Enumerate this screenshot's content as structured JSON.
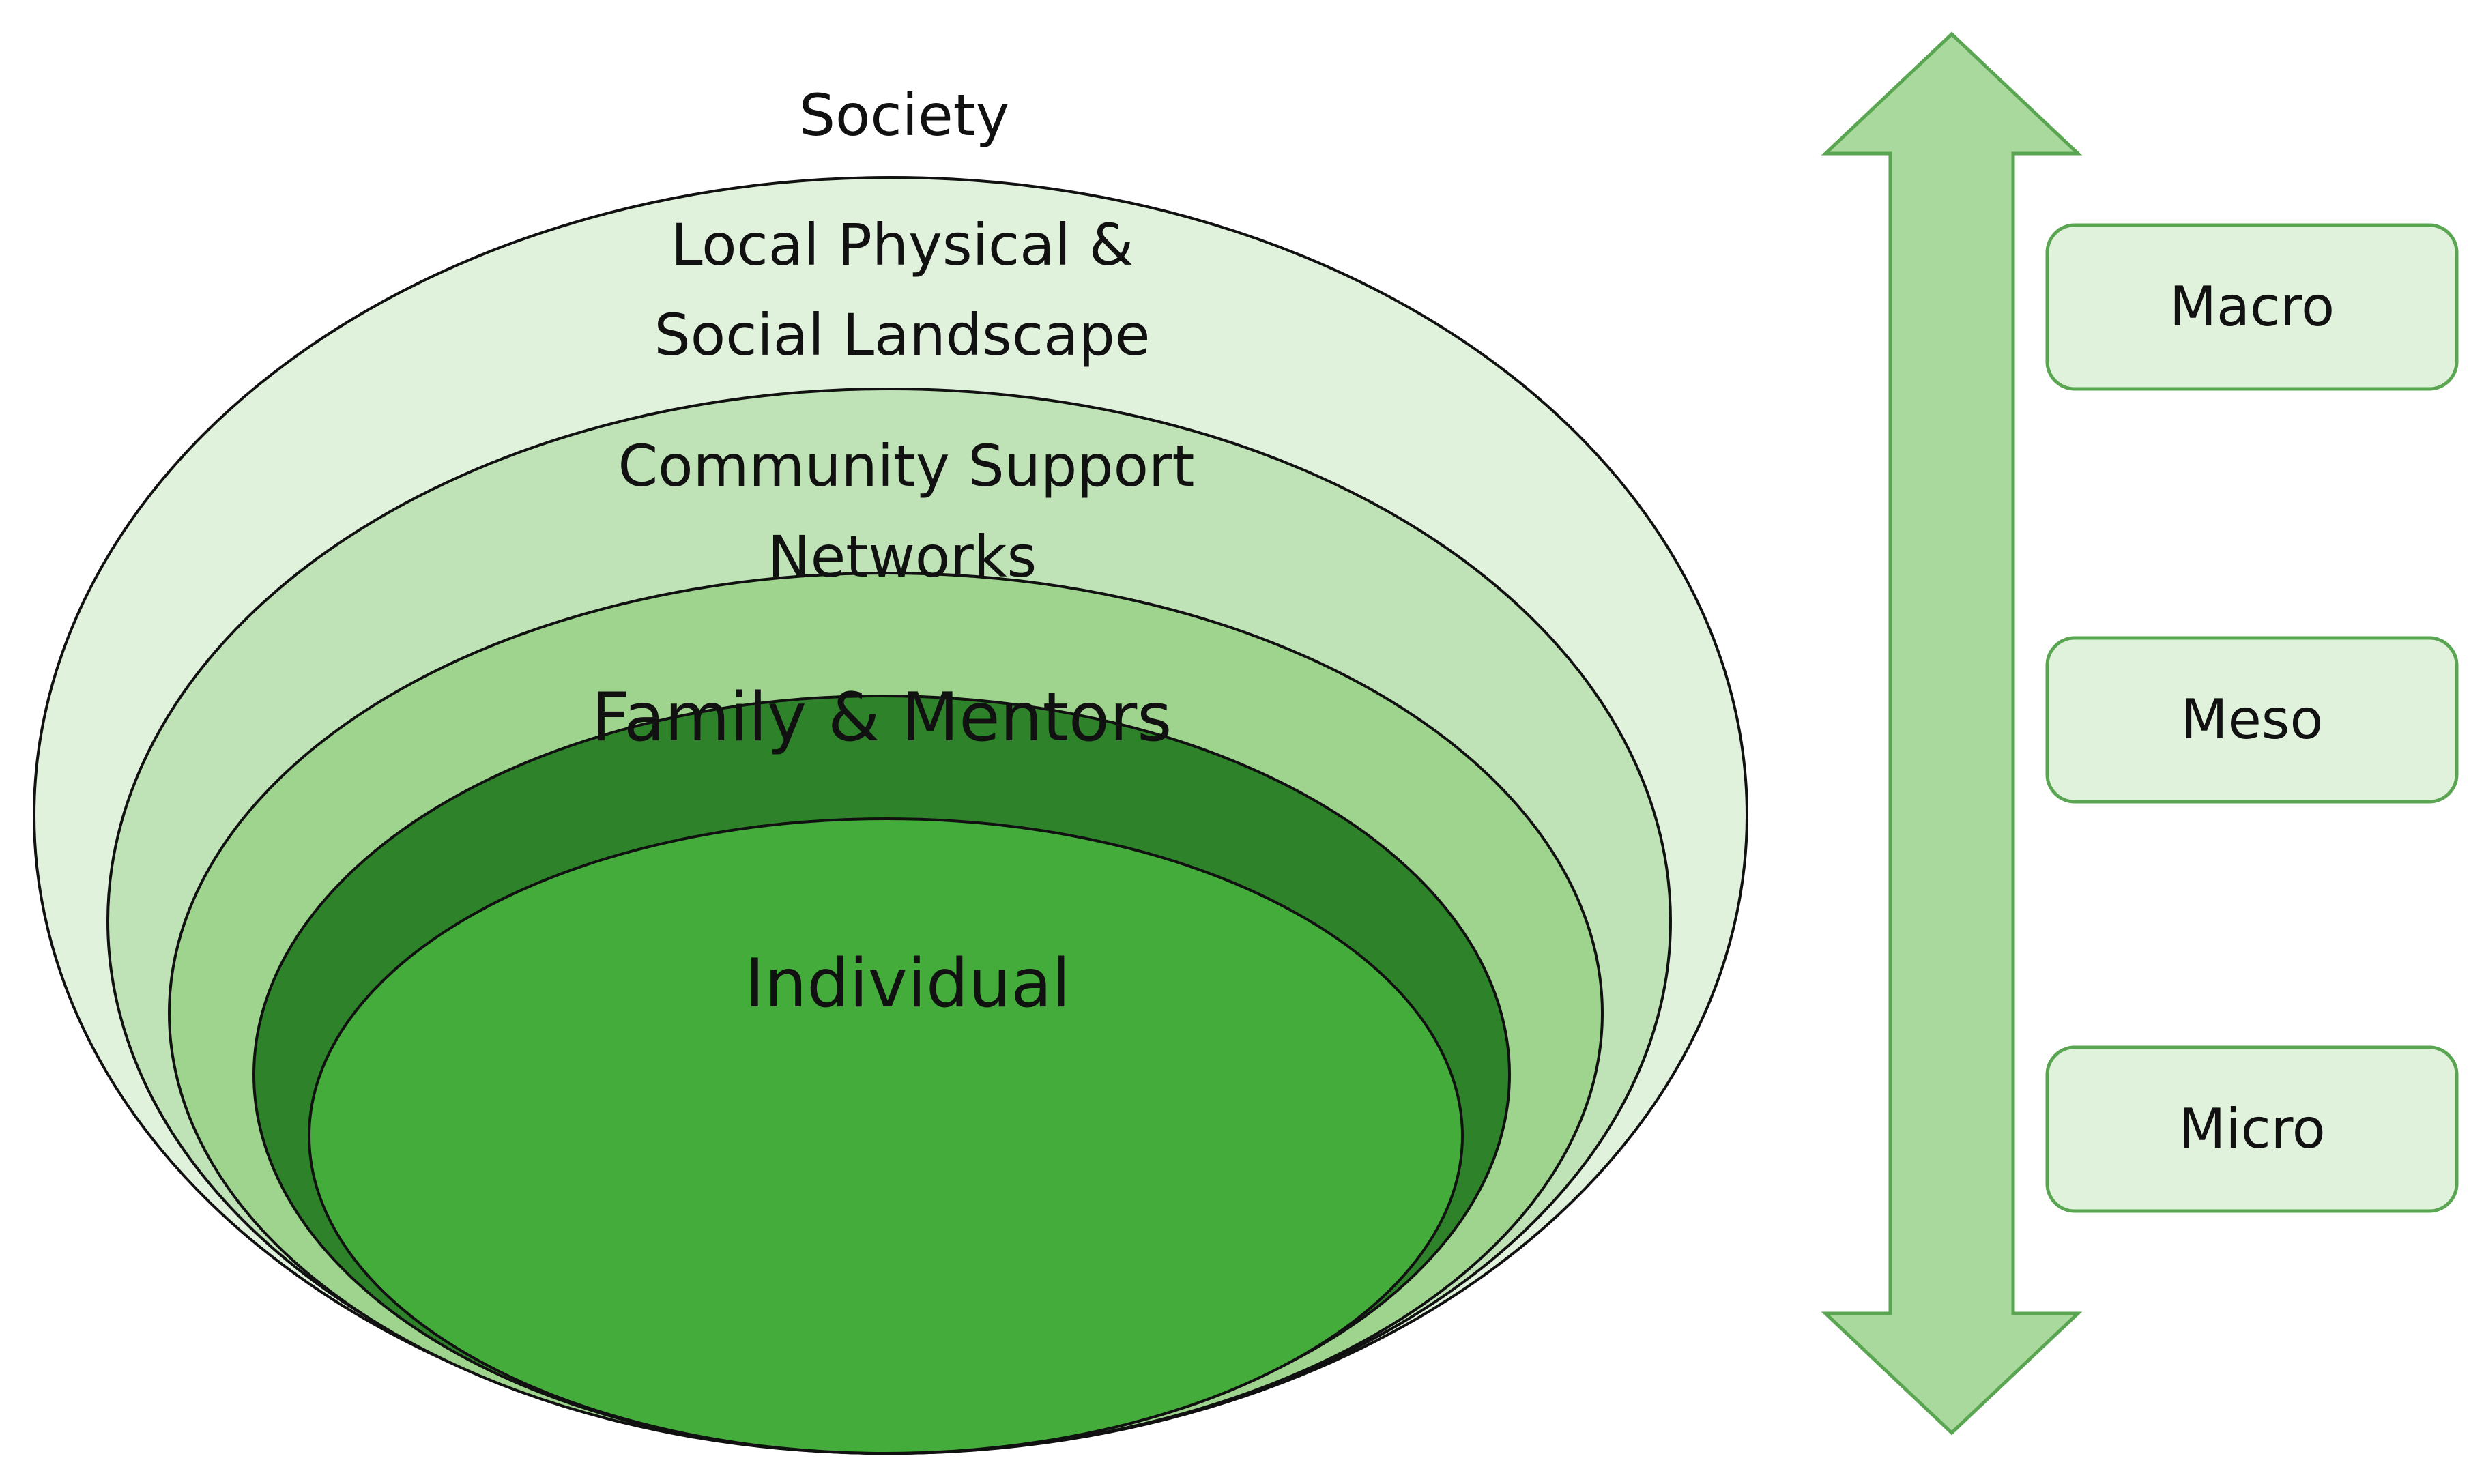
{
  "layers": [
    {
      "id": "society",
      "lines": [
        "Society"
      ],
      "fill": "#e0f2dc"
    },
    {
      "id": "local",
      "lines": [
        "Local Physical &",
        "Social Landscape"
      ],
      "fill": "#bfe3b6"
    },
    {
      "id": "community",
      "lines": [
        "Community Support",
        "Networks"
      ],
      "fill": "#9ed48e"
    },
    {
      "id": "family",
      "lines": [
        "Family & Mentors"
      ],
      "fill": "#2e832a"
    },
    {
      "id": "individual",
      "lines": [
        "Individual"
      ],
      "fill": "#44ac3b"
    }
  ],
  "levels": [
    {
      "id": "macro",
      "label": "Macro"
    },
    {
      "id": "meso",
      "label": "Meso"
    },
    {
      "id": "micro",
      "label": "Micro"
    }
  ],
  "colors": {
    "outline": "#111111",
    "arrow_fill": "#a9d99c",
    "arrow_stroke": "#5aa552",
    "box_fill": "#e0f2dc",
    "box_stroke": "#5aa552"
  }
}
